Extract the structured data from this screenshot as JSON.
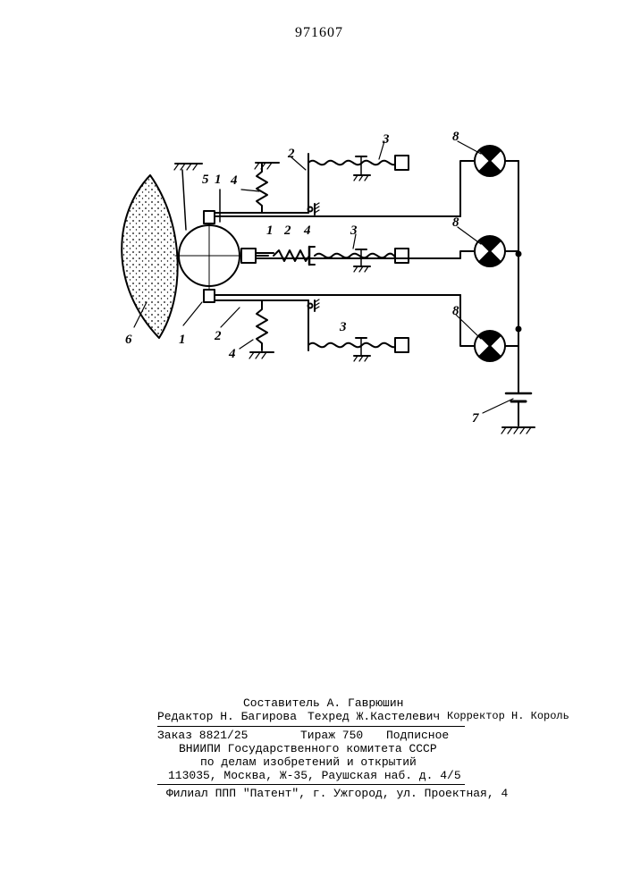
{
  "document": {
    "number": "971607"
  },
  "diagram": {
    "labels": {
      "element_1": "1",
      "element_2": "2",
      "element_3": "3",
      "element_4": "4",
      "element_5": "5",
      "element_6": "6",
      "element_7": "7",
      "element_8": "8"
    }
  },
  "imprint": {
    "compiler": "Составитель А. Гаврюшин",
    "editor": "Редактор Н. Багирова",
    "techred": "Техред Ж.Кастелевич",
    "corrector": "Корректор Н. Король",
    "order": "Заказ 8821/25",
    "circulation": "Тираж 750",
    "subscription": "Подписное",
    "org_line1": "ВНИИПИ Государственного комитета СССР",
    "org_line2": "по делам изобретений и открытий",
    "address": "113035, Москва, Ж-35, Раушская наб. д. 4/5",
    "branch": "Филиал ППП \"Патент\", г. Ужгород, ул. Проектная, 4"
  }
}
